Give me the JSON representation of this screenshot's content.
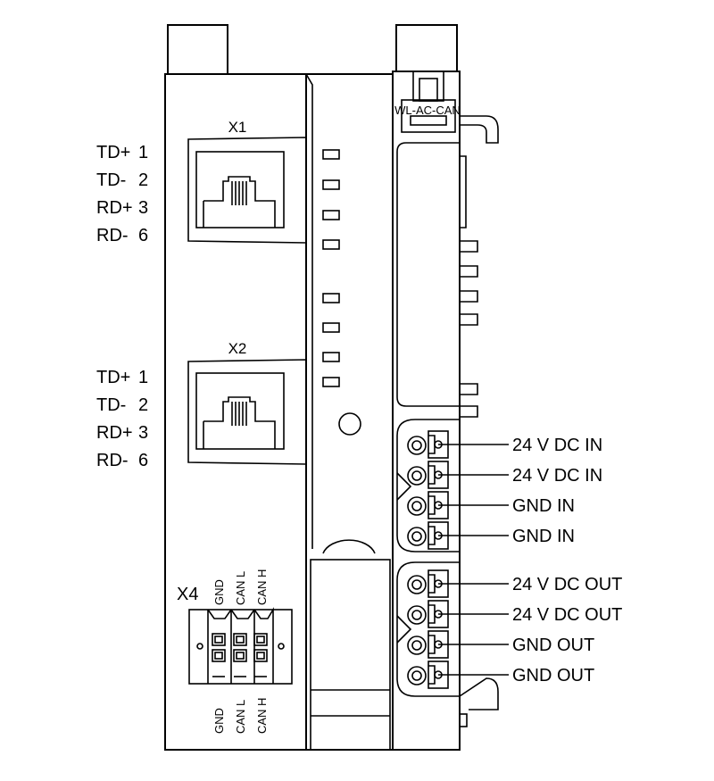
{
  "ports": [
    {
      "label": "X1",
      "pins": [
        {
          "signal": "TD+",
          "num": "1"
        },
        {
          "signal": "TD-",
          "num": "2"
        },
        {
          "signal": "RD+",
          "num": "3"
        },
        {
          "signal": "RD-",
          "num": "6"
        }
      ]
    },
    {
      "label": "X2",
      "pins": [
        {
          "signal": "TD+",
          "num": "1"
        },
        {
          "signal": "TD-",
          "num": "2"
        },
        {
          "signal": "RD+",
          "num": "3"
        },
        {
          "signal": "RD-",
          "num": "6"
        }
      ]
    }
  ],
  "module_label": "WL-AC-CAN",
  "x4": {
    "label": "X4",
    "top_pins": [
      "GND",
      "CAN L",
      "CAN H"
    ],
    "bottom_pins": [
      "GND",
      "CAN L",
      "CAN H"
    ]
  },
  "power_terminals": [
    "24 V DC IN",
    "24 V DC IN",
    "GND IN",
    "GND IN",
    "24 V DC OUT",
    "24 V DC OUT",
    "GND OUT",
    "GND OUT"
  ],
  "led_count": 8
}
